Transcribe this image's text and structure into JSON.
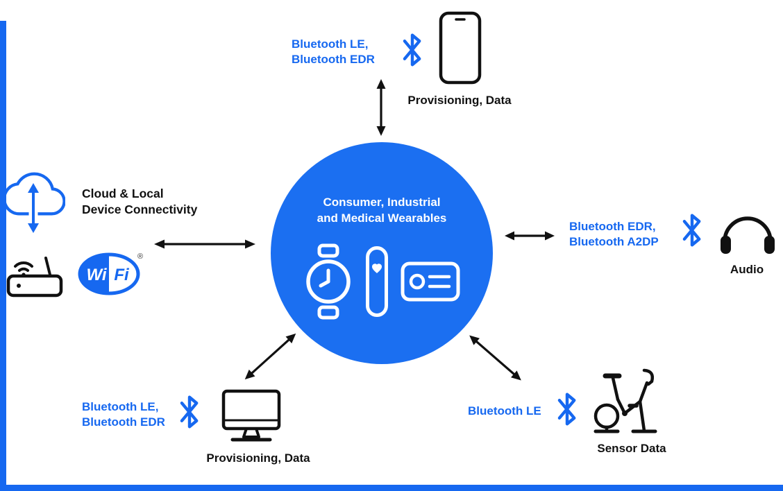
{
  "colors": {
    "accent_blue": "#1668F0",
    "circle_blue": "#1B6FF1",
    "text_black": "#111111",
    "background": "#FFFFFF"
  },
  "icons": {
    "top_device": "smartphone-icon",
    "left_cloud": "cloud-sync-icon",
    "left_router": "router-icon",
    "left_wifi": "wifi-logo",
    "right_device": "headphones-icon",
    "bottom_left_device": "desktop-monitor-icon",
    "bottom_right_device": "exercise-bike-icon",
    "protocol_icon": "bluetooth-icon",
    "center_devices": [
      "smartwatch-icon",
      "fitness-band-icon",
      "smart-card-icon"
    ]
  },
  "center": {
    "title_line1": "Consumer, Industrial",
    "title_line2": "and Medical Wearables"
  },
  "top_node": {
    "protocol_line1": "Bluetooth LE,",
    "protocol_line2": "Bluetooth EDR",
    "caption": "Provisioning, Data"
  },
  "left_node": {
    "title_line1": "Cloud & Local",
    "title_line2": "Device Connectivity",
    "wifi_left": "Wi",
    "wifi_right": "Fi",
    "wifi_reg_mark": "®"
  },
  "right_node": {
    "protocol_line1": "Bluetooth EDR,",
    "protocol_line2": "Bluetooth A2DP",
    "caption": "Audio"
  },
  "bottom_left_node": {
    "protocol_line1": "Bluetooth LE,",
    "protocol_line2": "Bluetooth EDR",
    "caption": "Provisioning, Data"
  },
  "bottom_right_node": {
    "protocol_line1": "Bluetooth LE",
    "caption": "Sensor Data"
  }
}
